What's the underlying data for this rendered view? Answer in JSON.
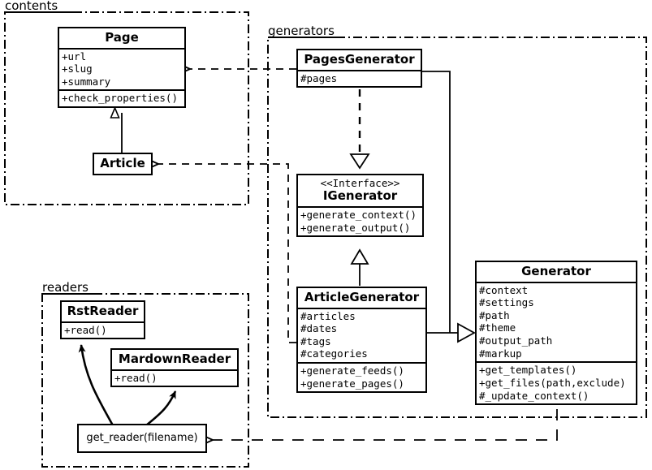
{
  "diagram": {
    "title": "Pelican architecture UML class diagram",
    "stroke_color": "#000000",
    "background_color": "#ffffff"
  },
  "packages": [
    {
      "id": "contents",
      "label": "contents"
    },
    {
      "id": "generators",
      "label": "generators"
    },
    {
      "id": "readers",
      "label": "readers"
    }
  ],
  "classes": {
    "page": {
      "name": "Page",
      "attributes": [
        "+url",
        "+slug",
        "+summary"
      ],
      "methods": [
        "+check_properties()"
      ]
    },
    "article": {
      "name": "Article",
      "attributes": [],
      "methods": []
    },
    "pages_generator": {
      "name": "PagesGenerator",
      "attributes": [
        "#pages"
      ],
      "methods": []
    },
    "igenerator": {
      "stereotype": "<<Interface>>",
      "name": "IGenerator",
      "attributes": [],
      "methods": [
        "+generate_context()",
        "+generate_output()"
      ]
    },
    "article_generator": {
      "name": "ArticleGenerator",
      "attributes": [
        "#articles",
        "#dates",
        "#tags",
        "#categories"
      ],
      "methods": [
        "+generate_feeds()",
        "+generate_pages()"
      ]
    },
    "generator": {
      "name": "Generator",
      "attributes": [
        "#context",
        "#settings",
        "#path",
        "#theme",
        "#output_path",
        "#markup"
      ],
      "methods": [
        "+get_templates()",
        "+get_files(path,exclude)",
        "#_update_context()"
      ]
    },
    "rst_reader": {
      "name": "RstReader",
      "attributes": [],
      "methods": [
        "+read()"
      ]
    },
    "mardown_reader": {
      "name": "MardownReader",
      "attributes": [],
      "methods": [
        "+read()"
      ]
    },
    "get_reader": {
      "name": "get_reader(filename)"
    }
  },
  "relationships": [
    {
      "id": "article-generalizes-page",
      "from": "Article",
      "to": "Page",
      "type": "generalization",
      "line": "solid",
      "arrow": "hollow-triangle"
    },
    {
      "id": "pagesgenerator-realizes-igenerator",
      "from": "PagesGenerator",
      "to": "IGenerator",
      "type": "realization",
      "line": "dashed",
      "arrow": "hollow-triangle"
    },
    {
      "id": "articlegenerator-generalizes-igenerator",
      "from": "ArticleGenerator",
      "to": "IGenerator",
      "type": "generalization",
      "line": "solid",
      "arrow": "hollow-triangle"
    },
    {
      "id": "pagesgenerator-generalizes-generator",
      "from": "PagesGenerator",
      "to": "Generator",
      "type": "generalization",
      "line": "solid",
      "arrow": "hollow-triangle"
    },
    {
      "id": "articlegenerator-generalizes-generator",
      "from": "ArticleGenerator",
      "to": "Generator",
      "type": "generalization",
      "line": "solid",
      "arrow": "hollow-triangle"
    },
    {
      "id": "pagesgenerator-uses-page",
      "from": "PagesGenerator",
      "to": "Page",
      "type": "dependency",
      "line": "dashed",
      "arrow": "open"
    },
    {
      "id": "articlegenerator-uses-article",
      "from": "ArticleGenerator",
      "to": "Article",
      "type": "dependency",
      "line": "dashed",
      "arrow": "open"
    },
    {
      "id": "generator-uses-get_reader",
      "from": "Generator",
      "to": "get_reader(filename)",
      "type": "dependency",
      "line": "dashed",
      "arrow": "open"
    },
    {
      "id": "get_reader-returns-rstreader",
      "from": "get_reader(filename)",
      "to": "RstReader",
      "type": "dependency",
      "line": "solid-curved",
      "arrow": "filled"
    },
    {
      "id": "get_reader-returns-mardownreader",
      "from": "get_reader(filename)",
      "to": "MardownReader",
      "type": "dependency",
      "line": "solid-curved",
      "arrow": "filled"
    }
  ]
}
